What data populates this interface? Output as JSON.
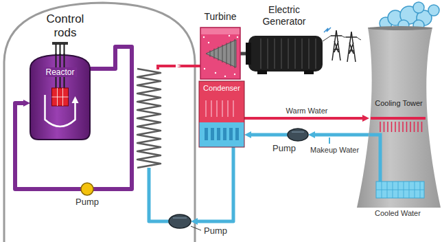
{
  "diagram": {
    "nodes": [
      {
        "text": [
          "Reactor"
        ]
      },
      {
        "text": [
          "Pump"
        ]
      },
      {
        "text": [
          "Turbine"
        ]
      },
      {
        "text": [
          "Electric Generator"
        ]
      },
      {
        "text": [
          "Condenser"
        ]
      },
      {
        "text": [
          "Pump"
        ]
      },
      {
        "text": [
          "Cooling Tower"
        ]
      },
      {
        "text": [
          "Pump"
        ]
      }
    ],
    "edges": [
      {
        "from": 1,
        "to": 0,
        "arrow": "to"
      },
      {
        "from": 2,
        "to": 3,
        "arrow": "none"
      },
      {
        "from": 4,
        "to": 6,
        "label": "Warm Water",
        "arrow": "to"
      },
      {
        "from": 6,
        "to": 5,
        "arrow": "to"
      },
      {
        "from": 5,
        "to": 4,
        "arrow": "to"
      },
      {
        "from": 4,
        "to": 7,
        "arrow": "to"
      }
    ],
    "labels": [
      "Control rods",
      "Makeup Water",
      "Cooled Water"
    ]
  }
}
